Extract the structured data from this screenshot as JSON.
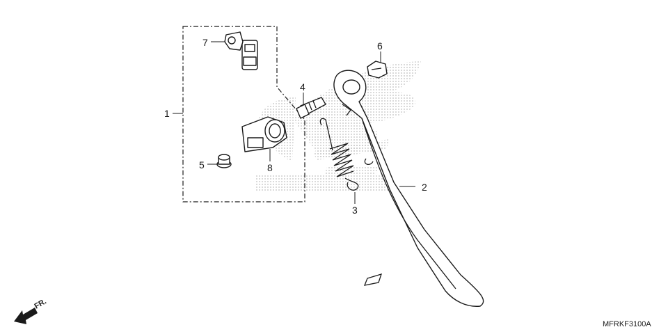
{
  "callouts": [
    {
      "id": "1",
      "label": "1"
    },
    {
      "id": "2",
      "label": "2"
    },
    {
      "id": "3",
      "label": "3"
    },
    {
      "id": "4",
      "label": "4"
    },
    {
      "id": "5",
      "label": "5"
    },
    {
      "id": "6",
      "label": "6"
    },
    {
      "id": "7",
      "label": "7"
    },
    {
      "id": "8",
      "label": "8"
    }
  ],
  "direction_label": "FR.",
  "diagram_code": "MFRKF3100A",
  "watermark": "HONDA",
  "colors": {
    "ink": "#1a1a1a",
    "watermark": "#c9c9c9",
    "background": "#ffffff"
  }
}
